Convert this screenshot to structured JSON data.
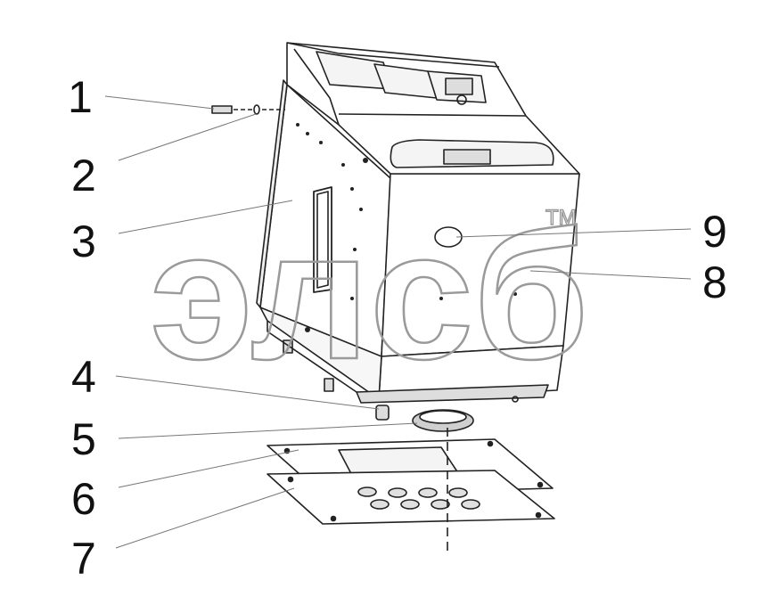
{
  "diagram": {
    "watermark": {
      "text": "элсб",
      "mark": "TM"
    },
    "callouts": [
      {
        "id": "1",
        "label": "1"
      },
      {
        "id": "2",
        "label": "2"
      },
      {
        "id": "3",
        "label": "3"
      },
      {
        "id": "4",
        "label": "4"
      },
      {
        "id": "5",
        "label": "5"
      },
      {
        "id": "6",
        "label": "6"
      },
      {
        "id": "7",
        "label": "7"
      },
      {
        "id": "8",
        "label": "8"
      },
      {
        "id": "9",
        "label": "9"
      }
    ],
    "colors": {
      "line": "#222222",
      "watermark": "#9a9a9a",
      "shade": "#e6e6e6"
    }
  }
}
